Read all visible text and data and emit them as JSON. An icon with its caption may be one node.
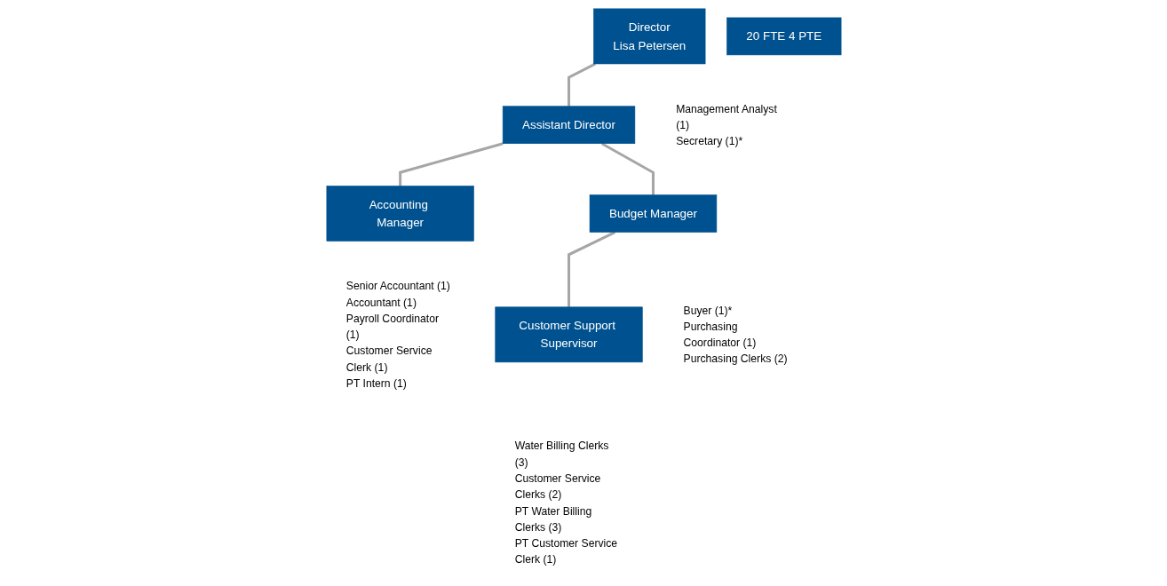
{
  "diagram": {
    "nodes": [
      {
        "text": [
          "Director",
          "Lisa Petersen"
        ],
        "beside": [
          "Management Analyst (1)",
          "Secretary (1)*"
        ]
      },
      {
        "text": [
          "Assistant Director"
        ]
      },
      {
        "text": [
          "Accounting Manager"
        ],
        "beside": [
          "Senior Accountant (1)",
          "Accountant (1)",
          "Payroll Coordinator (1)",
          "Customer Service Clerk (1)",
          "PT Intern (1)"
        ]
      },
      {
        "text": [
          "Budget Manager"
        ],
        "beside": [
          "Buyer (1)*",
          "Purchasing Coordinator (1)",
          "Purchasing Clerks (2)"
        ]
      },
      {
        "text": [
          "Customer Support Supervisor"
        ],
        "beside": [
          "Water Billing Clerks (3)",
          "Customer Service Clerks (2)",
          "PT Water Billing Clerks (3)",
          "PT Customer Service Clerk (1)"
        ]
      },
      {
        "text": [
          "20 FTE 4 PTE"
        ]
      }
    ],
    "edges": [
      {
        "from": 0,
        "to": 1,
        "arrow": "none"
      },
      {
        "from": 1,
        "to": 2,
        "arrow": "none"
      },
      {
        "from": 1,
        "to": 3,
        "arrow": "none"
      },
      {
        "from": 3,
        "to": 4,
        "arrow": "none"
      }
    ]
  }
}
